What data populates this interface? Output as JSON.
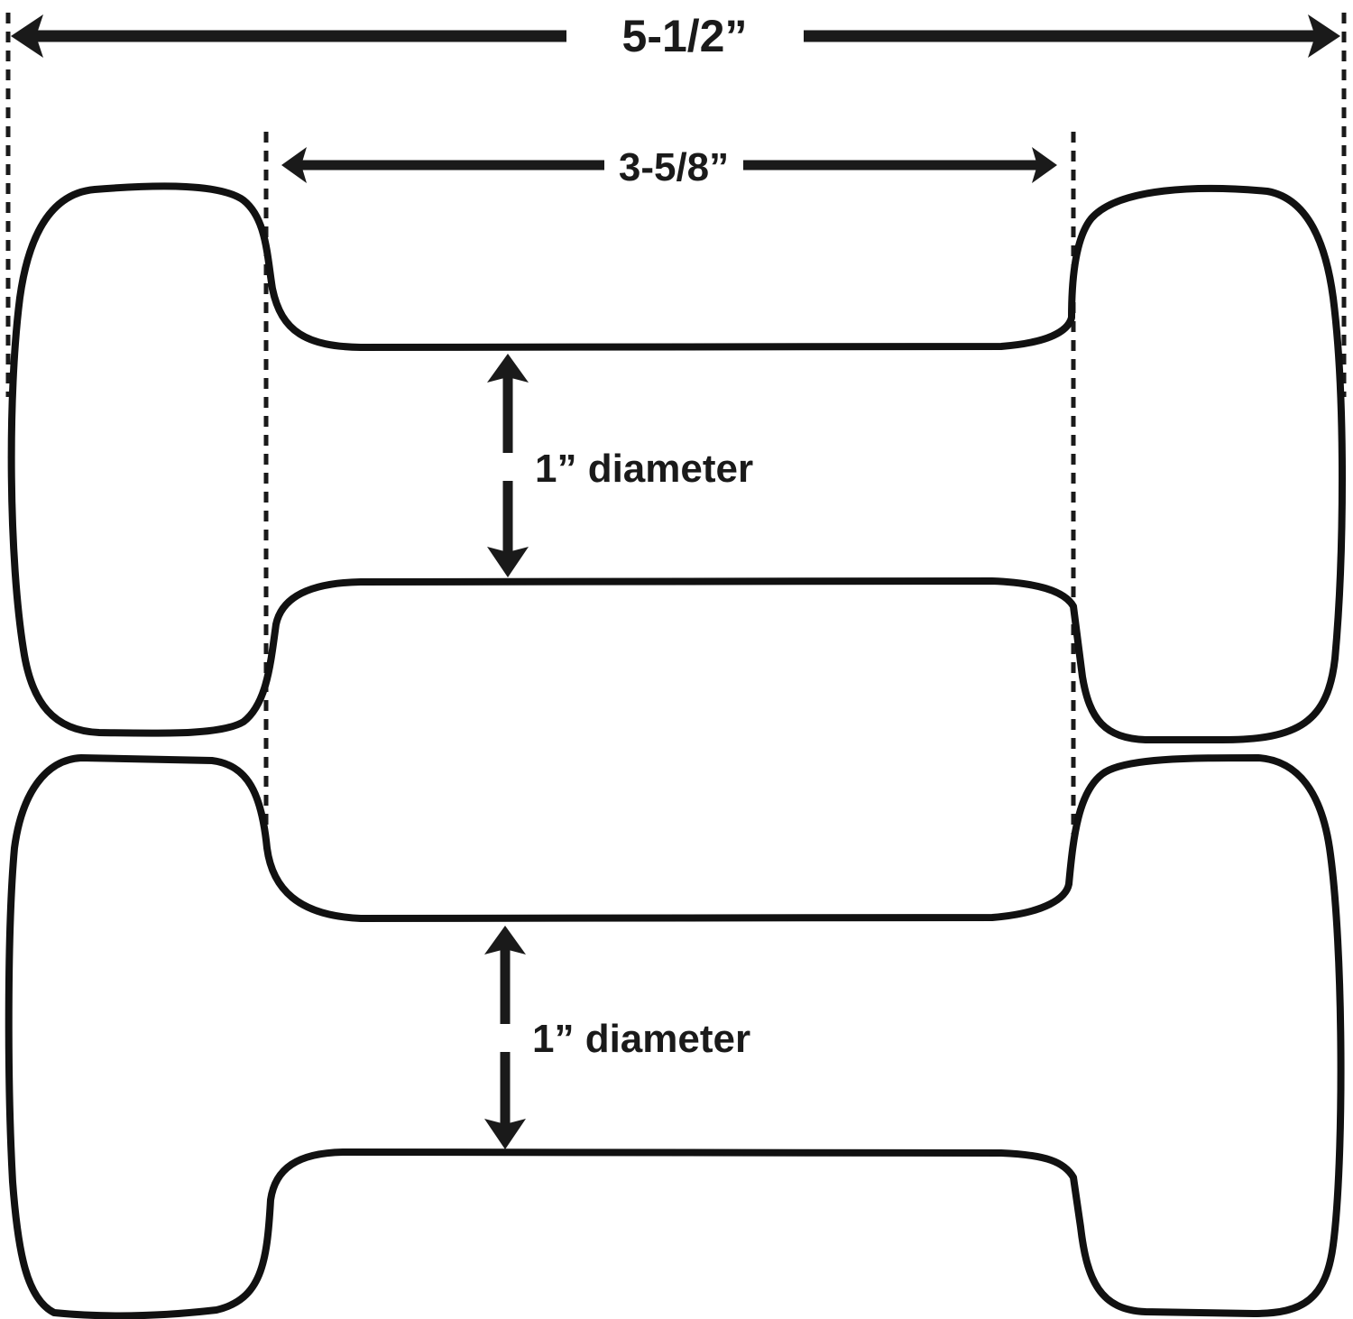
{
  "labels": {
    "overall_length": "5-1/2”",
    "handle_length": "3-5/8”",
    "top_diameter": "1” diameter",
    "bottom_diameter": "1” diameter"
  },
  "colors": {
    "stroke": "#111111",
    "dimension": "#1a1a1a",
    "background": "#ffffff"
  }
}
